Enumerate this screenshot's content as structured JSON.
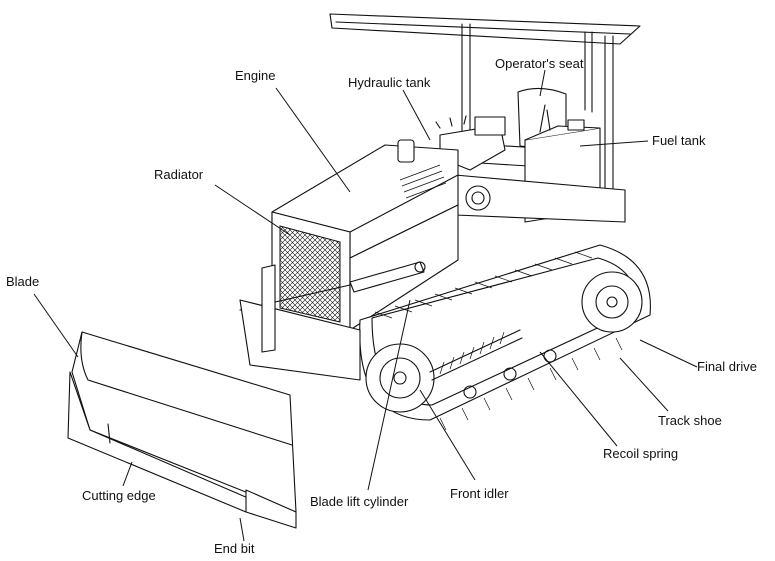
{
  "labels": {
    "engine": "Engine",
    "hydraulic_tank": "Hydraulic tank",
    "operators_seat": "Operator's seat",
    "fuel_tank": "Fuel tank",
    "radiator": "Radiator",
    "blade": "Blade",
    "final_drive": "Final drive",
    "track_shoe": "Track shoe",
    "recoil_spring": "Recoil spring",
    "front_idler": "Front idler",
    "blade_lift_cylinder": "Blade lift cylinder",
    "cutting_edge": "Cutting edge",
    "end_bit": "End bit"
  }
}
